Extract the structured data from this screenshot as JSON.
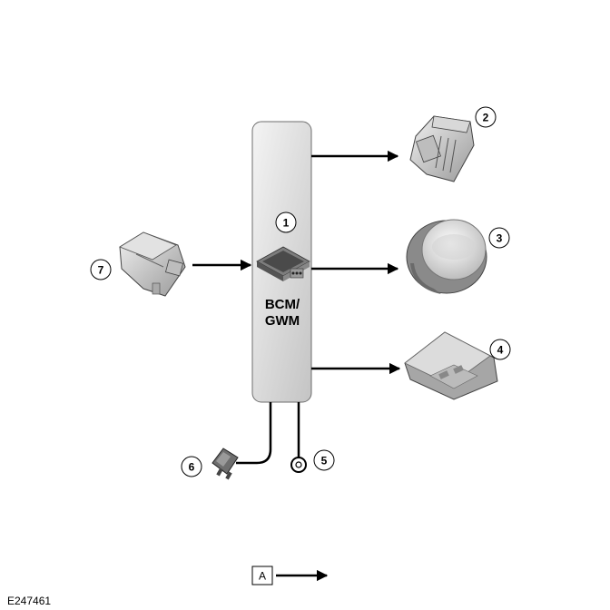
{
  "module": {
    "label_line1": "BCM/",
    "label_line2": "GWM",
    "number": "1"
  },
  "components": [
    {
      "number": "2",
      "icon": "switch-connector-icon"
    },
    {
      "number": "3",
      "icon": "push-button-icon"
    },
    {
      "number": "4",
      "icon": "roof-console-icon"
    },
    {
      "number": "5",
      "icon": "ground-ring-icon"
    },
    {
      "number": "6",
      "icon": "fuse-icon"
    },
    {
      "number": "7",
      "icon": "sensor-icon"
    }
  ],
  "legend": {
    "key": "A"
  },
  "reference": "E247461",
  "colors": {
    "module_fill_top": "#f2f2f2",
    "module_fill_bottom": "#c8c8c8",
    "line": "#000000"
  }
}
